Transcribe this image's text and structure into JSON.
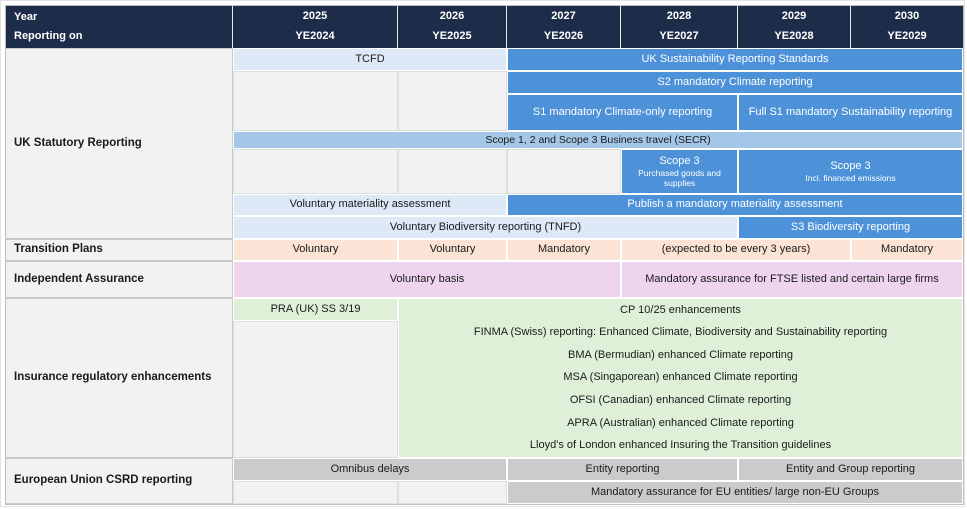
{
  "header": {
    "year_label": "Year",
    "reporting_on_label": "Reporting on",
    "columns": [
      {
        "year": "2025",
        "ye": "YE2024"
      },
      {
        "year": "2026",
        "ye": "YE2025"
      },
      {
        "year": "2027",
        "ye": "YE2026"
      },
      {
        "year": "2028",
        "ye": "YE2027"
      },
      {
        "year": "2029",
        "ye": "YE2028"
      },
      {
        "year": "2030",
        "ye": "YE2029"
      }
    ]
  },
  "colors": {
    "header_bg": "#1d2c48",
    "mandatory_blue": "#4d92d9",
    "voluntary_light_blue": "#dde9f7",
    "secr_mid_blue": "#a4c7e7",
    "transition_peach": "#fbe4d5",
    "assurance_pink": "#eed5ed",
    "insurance_green": "#def0d8",
    "csrd_gray": "#cbcbcb"
  },
  "sections": {
    "uk_statutory": {
      "label": "UK Statutory Reporting",
      "tcfd": "TCFD",
      "uksrs": "UK Sustainability Reporting Standards",
      "s2": "S2 mandatory Climate reporting",
      "s1_climate_only": "S1 mandatory Climate-only reporting",
      "full_s1": "Full S1 mandatory Sustainability reporting",
      "secr": "Scope 1, 2 and Scope 3 Business travel (SECR)",
      "scope3_purchased_title": "Scope 3",
      "scope3_purchased_sub": "Purchased goods and supplies",
      "scope3_financed_title": "Scope 3",
      "scope3_financed_sub": "Incl. financed emissions",
      "voluntary_materiality": "Voluntary materiality assessment",
      "mandatory_materiality": "Publish a mandatory materiality assessment",
      "tnfd": "Voluntary Biodiversity reporting (TNFD)",
      "s3_biodiversity": "S3 Biodiversity reporting"
    },
    "transition_plans": {
      "label": "Transition Plans",
      "cells": [
        "Voluntary",
        "Voluntary",
        "Mandatory",
        "(expected to be every 3 years)",
        "Mandatory"
      ]
    },
    "independent_assurance": {
      "label": "Independent Assurance",
      "voluntary": "Voluntary basis",
      "mandatory": "Mandatory assurance for FTSE listed and certain large firms"
    },
    "insurance": {
      "label": "Insurance regulatory enhancements",
      "pra": "PRA (UK) SS 3/19",
      "items": [
        "CP 10/25 enhancements",
        "FINMA (Swiss) reporting: Enhanced Climate, Biodiversity and Sustainability reporting",
        "BMA (Bermudian) enhanced Climate reporting",
        "MSA (Singaporean) enhanced Climate reporting",
        "OFSI (Canadian) enhanced Climate reporting",
        "APRA (Australian) enhanced Climate reporting",
        "Lloyd's of London enhanced Insuring the Transition guidelines"
      ]
    },
    "eu_csrd": {
      "label": "European Union CSRD reporting",
      "omnibus": "Omnibus delays",
      "entity": "Entity reporting",
      "entity_group": "Entity and Group reporting",
      "assurance": "Mandatory assurance for EU entities/ large non-EU Groups"
    }
  }
}
